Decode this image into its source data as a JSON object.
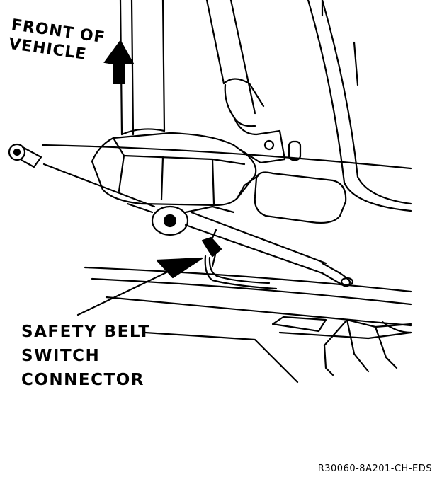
{
  "labels": {
    "front_line1": "FRONT OF",
    "front_line2": "VEHICLE",
    "callout_line1": "SAFETY BELT",
    "callout_line2": "SWITCH",
    "callout_line3": "CONNECTOR"
  },
  "reference_code": "R30060-8A201-CH-EDS",
  "colors": {
    "ink": "#000000",
    "paper": "#ffffff"
  }
}
